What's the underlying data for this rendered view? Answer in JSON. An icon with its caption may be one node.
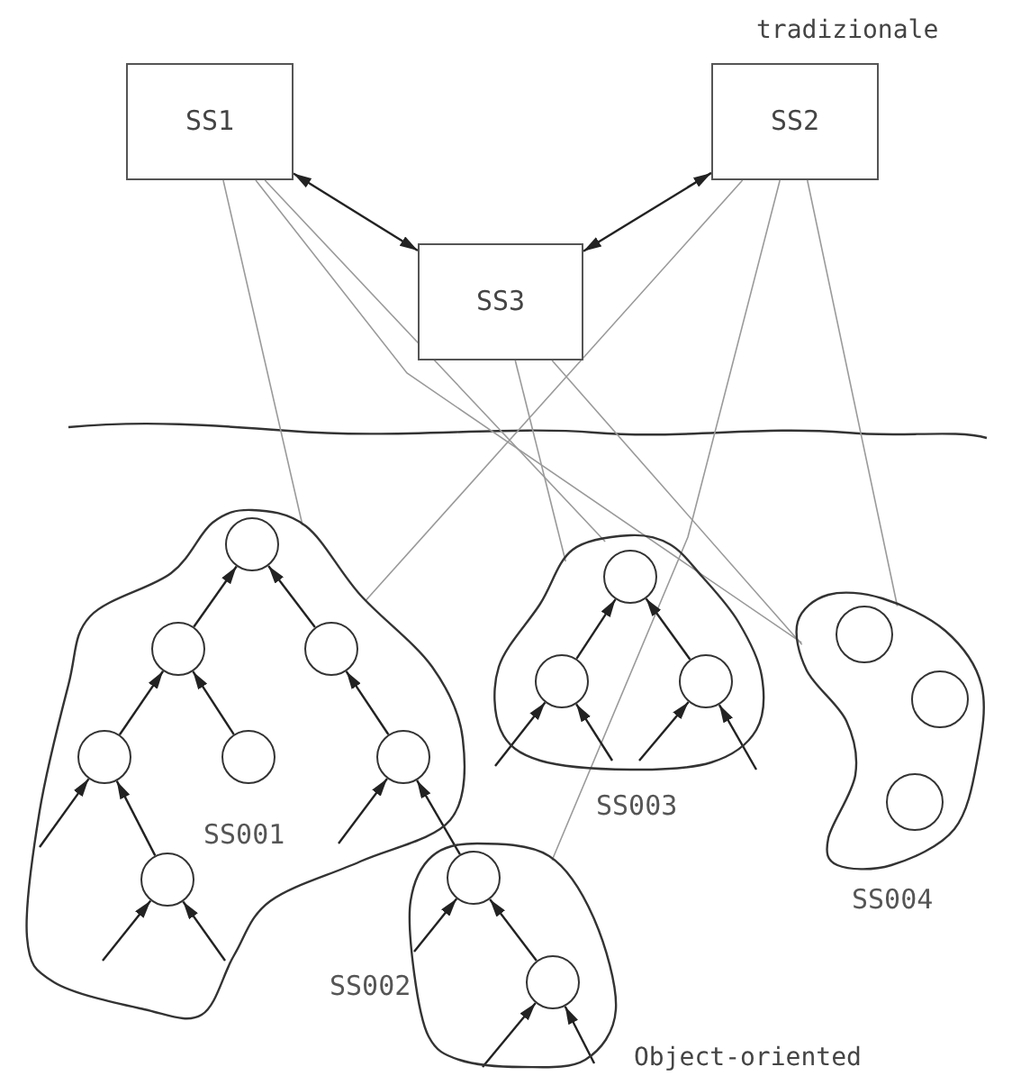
{
  "diagram": {
    "nodes": [
      {
        "text": [
          "SS1"
        ]
      },
      {
        "text": [
          "SS2"
        ]
      },
      {
        "text": [
          "SS3"
        ]
      },
      {
        "text": [
          "SS001"
        ]
      },
      {
        "text": [],
        "shape": "circle",
        "in": 3
      },
      {
        "text": [],
        "shape": "circle",
        "in": 3
      },
      {
        "text": [],
        "shape": "circle",
        "in": 3
      },
      {
        "text": [],
        "shape": "circle",
        "in": 3
      },
      {
        "text": [],
        "shape": "circle",
        "in": 3
      },
      {
        "text": [],
        "shape": "circle",
        "in": 3
      },
      {
        "text": [],
        "shape": "circle",
        "in": 3
      },
      {
        "text": [
          "SS002"
        ]
      },
      {
        "text": [],
        "shape": "circle",
        "in": 11
      },
      {
        "text": [],
        "shape": "circle",
        "in": 11
      },
      {
        "text": [
          "SS003"
        ]
      },
      {
        "text": [],
        "shape": "circle",
        "in": 14
      },
      {
        "text": [],
        "shape": "circle",
        "in": 14
      },
      {
        "text": [],
        "shape": "circle",
        "in": 14
      },
      {
        "text": [
          "SS004"
        ]
      },
      {
        "text": [],
        "shape": "circle",
        "in": 18
      },
      {
        "text": [],
        "shape": "circle",
        "in": 18
      },
      {
        "text": [],
        "shape": "circle",
        "in": 18
      }
    ],
    "edges": [
      {
        "from": 0,
        "to": 2,
        "arrow": "both"
      },
      {
        "from": 1,
        "to": 2,
        "arrow": "both"
      },
      {
        "from": 0,
        "to": 3,
        "arrow": "none",
        "color": "#9a9a9a"
      },
      {
        "from": 0,
        "to": 14,
        "arrow": "none",
        "color": "#9a9a9a"
      },
      {
        "from": 0,
        "to": 18,
        "arrow": "none",
        "color": "#9a9a9a"
      },
      {
        "from": 1,
        "to": 3,
        "arrow": "none",
        "color": "#9a9a9a"
      },
      {
        "from": 1,
        "to": 11,
        "arrow": "none",
        "color": "#9a9a9a"
      },
      {
        "from": 1,
        "to": 18,
        "arrow": "none",
        "color": "#9a9a9a"
      },
      {
        "from": 2,
        "to": 14,
        "arrow": "none",
        "color": "#9a9a9a"
      },
      {
        "from": 2,
        "to": 18,
        "arrow": "none",
        "color": "#9a9a9a"
      },
      {
        "from": 5,
        "to": 4,
        "arrow": "to"
      },
      {
        "from": 6,
        "to": 4,
        "arrow": "to"
      },
      {
        "from": 7,
        "to": 5,
        "arrow": "to"
      },
      {
        "from": 8,
        "to": 5,
        "arrow": "to"
      },
      {
        "from": 9,
        "to": 6,
        "arrow": "to"
      },
      {
        "from": 10,
        "to": 7,
        "arrow": "to"
      },
      {
        "from": null,
        "to": 7,
        "arrow": "to"
      },
      {
        "from": null,
        "to": 9,
        "arrow": "to"
      },
      {
        "from": 12,
        "to": 9,
        "arrow": "to"
      },
      {
        "from": null,
        "to": 10,
        "arrow": "to"
      },
      {
        "from": null,
        "to": 10,
        "arrow": "to"
      },
      {
        "from": 13,
        "to": 12,
        "arrow": "to"
      },
      {
        "from": null,
        "to": 12,
        "arrow": "to"
      },
      {
        "from": null,
        "to": 13,
        "arrow": "to"
      },
      {
        "from": null,
        "to": 13,
        "arrow": "to"
      },
      {
        "from": 16,
        "to": 15,
        "arrow": "to"
      },
      {
        "from": 17,
        "to": 15,
        "arrow": "to"
      },
      {
        "from": null,
        "to": 16,
        "arrow": "to"
      },
      {
        "from": null,
        "to": 16,
        "arrow": "to"
      },
      {
        "from": null,
        "to": 17,
        "arrow": "to"
      },
      {
        "from": null,
        "to": 17,
        "arrow": "to"
      }
    ],
    "labels": [
      "tradizionale",
      "Object-oriented"
    ]
  }
}
